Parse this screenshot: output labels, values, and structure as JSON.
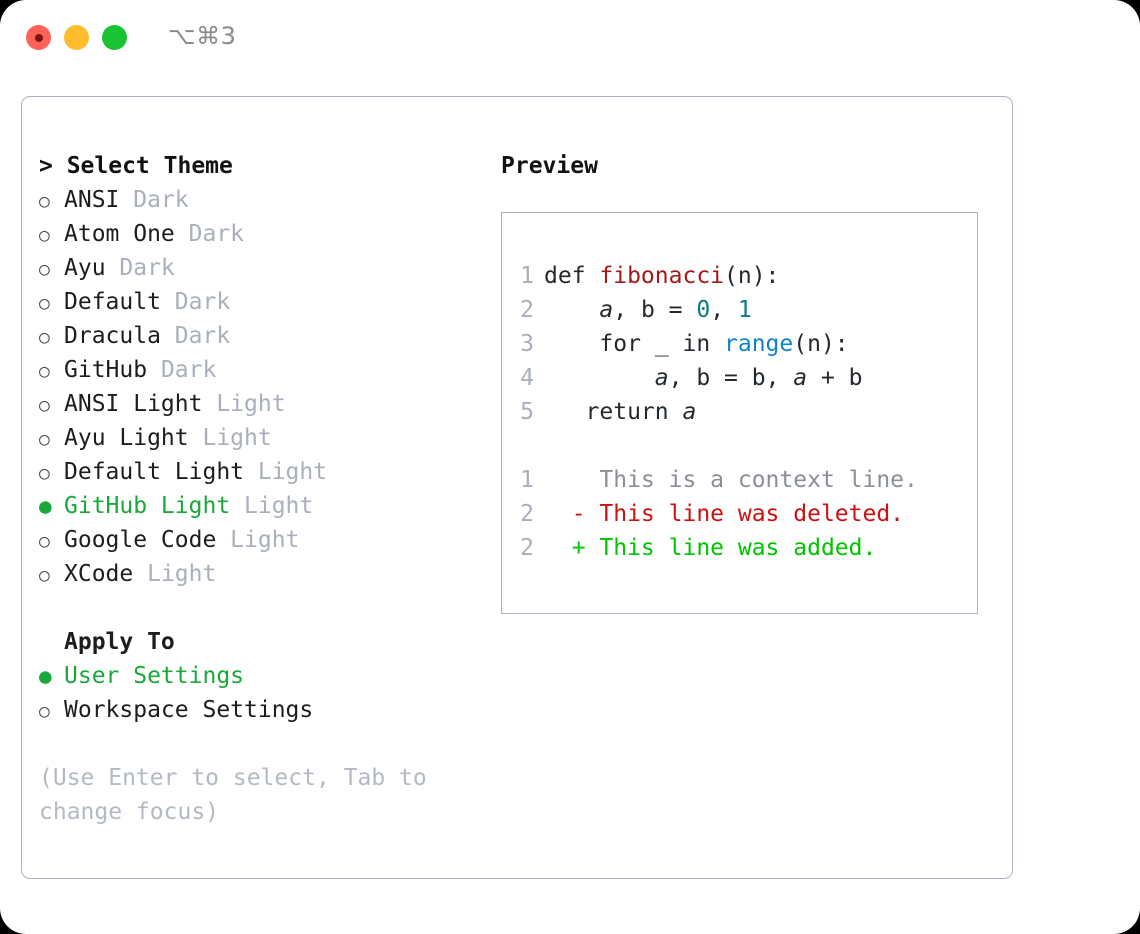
{
  "window": {
    "shortcut": "⌥⌘3",
    "traffic_lights": [
      {
        "name": "close",
        "color": "#ff6159"
      },
      {
        "name": "minimize",
        "color": "#ffbd2e"
      },
      {
        "name": "maximize",
        "color": "#19c332"
      }
    ]
  },
  "colors": {
    "selection_green": "#1aa83a",
    "muted_gray": "#aab0bb",
    "panel_border": "#aab4c0",
    "diff_add": "#00c400",
    "diff_del": "#cc1111",
    "diff_ctx": "#8a8f97"
  },
  "theme_section": {
    "header": "> Select Theme",
    "marker_unselected": "○",
    "marker_selected": "●",
    "items": [
      {
        "label": "ANSI",
        "suffix": "Dark",
        "selected": false
      },
      {
        "label": "Atom One",
        "suffix": "Dark",
        "selected": false
      },
      {
        "label": "Ayu",
        "suffix": "Dark",
        "selected": false
      },
      {
        "label": "Default",
        "suffix": "Dark",
        "selected": false
      },
      {
        "label": "Dracula",
        "suffix": "Dark",
        "selected": false
      },
      {
        "label": "GitHub",
        "suffix": "Dark",
        "selected": false
      },
      {
        "label": "ANSI Light",
        "suffix": "Light",
        "selected": false
      },
      {
        "label": "Ayu Light",
        "suffix": "Light",
        "selected": false
      },
      {
        "label": "Default Light",
        "suffix": "Light",
        "selected": false
      },
      {
        "label": "GitHub Light",
        "suffix": "Light",
        "selected": true
      },
      {
        "label": "Google Code",
        "suffix": "Light",
        "selected": false
      },
      {
        "label": "XCode",
        "suffix": "Light",
        "selected": false
      }
    ]
  },
  "apply_section": {
    "header": "Apply To",
    "items": [
      {
        "label": "User Settings",
        "selected": true
      },
      {
        "label": "Workspace Settings",
        "selected": false
      }
    ]
  },
  "hint": "(Use Enter to select, Tab to change focus)",
  "preview": {
    "header": "Preview",
    "code_lines": [
      {
        "number": "1",
        "tokens": [
          {
            "text": "def ",
            "style": "plain"
          },
          {
            "text": "fibonacci",
            "style": "fn"
          },
          {
            "text": "(n):",
            "style": "plain"
          }
        ]
      },
      {
        "number": "2",
        "tokens": [
          {
            "text": "    ",
            "style": "plain"
          },
          {
            "text": "a",
            "style": "var"
          },
          {
            "text": ", b = ",
            "style": "plain"
          },
          {
            "text": "0",
            "style": "num"
          },
          {
            "text": ", ",
            "style": "plain"
          },
          {
            "text": "1",
            "style": "num"
          }
        ]
      },
      {
        "number": "3",
        "tokens": [
          {
            "text": "    for _ in ",
            "style": "plain"
          },
          {
            "text": "range",
            "style": "builtin"
          },
          {
            "text": "(n):",
            "style": "plain"
          }
        ]
      },
      {
        "number": "4",
        "tokens": [
          {
            "text": "        ",
            "style": "plain"
          },
          {
            "text": "a",
            "style": "var"
          },
          {
            "text": ", b = b, ",
            "style": "plain"
          },
          {
            "text": "a",
            "style": "var"
          },
          {
            "text": " + b",
            "style": "plain"
          }
        ]
      },
      {
        "number": "5",
        "tokens": [
          {
            "text": "   return ",
            "style": "plain"
          },
          {
            "text": "a",
            "style": "var"
          }
        ]
      }
    ],
    "diff_lines": [
      {
        "number": "1",
        "sign": " ",
        "text": " This is a context line.",
        "kind": "ctx"
      },
      {
        "number": "2",
        "sign": "-",
        "text": " This line was deleted.",
        "kind": "del"
      },
      {
        "number": "2",
        "sign": "+",
        "text": " This line was added.",
        "kind": "add"
      }
    ]
  }
}
